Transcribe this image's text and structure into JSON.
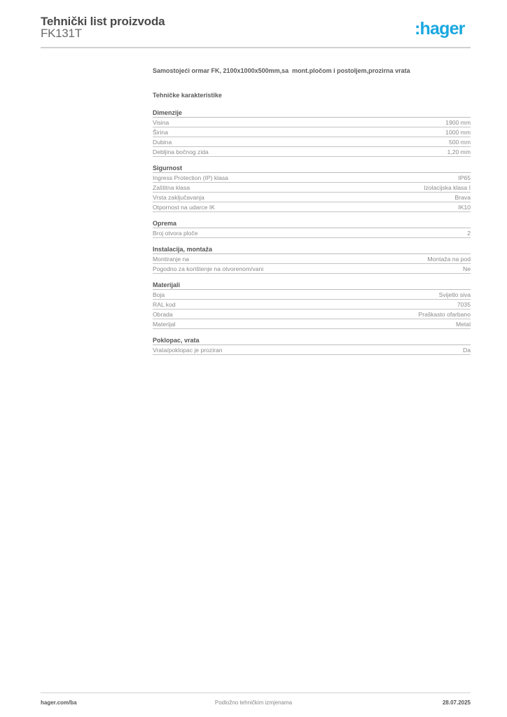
{
  "header": {
    "title": "Tehnički list proizvoda",
    "product_code": "FK131T",
    "logo_text": ":hager",
    "brand_color": "#1aa7e0"
  },
  "product": {
    "description": "Samostojeći ormar FK, 2100x1000x500mm,sa  mont.pločom i postoljem,prozirna vrata",
    "section_title": "Tehničke karakteristike"
  },
  "groups": [
    {
      "title": "Dimenzije",
      "rows": [
        {
          "label": "Visina",
          "value": "1900 mm"
        },
        {
          "label": "Širina",
          "value": "1000 mm"
        },
        {
          "label": "Dubina",
          "value": "500 mm"
        },
        {
          "label": "Debljina bočnog zida",
          "value": "1,20 mm"
        }
      ]
    },
    {
      "title": "Sigurnost",
      "rows": [
        {
          "label": "Ingress Protection (IP) klasa",
          "value": "IP65"
        },
        {
          "label": "Zaštitna klasa",
          "value": "Izolacijska klasa I"
        },
        {
          "label": "Vrsta zaključavanja",
          "value": "Brava"
        },
        {
          "label": "Otpornost na udarce IK",
          "value": "IK10"
        }
      ]
    },
    {
      "title": "Oprema",
      "rows": [
        {
          "label": "Broj otvora ploče",
          "value": "2"
        }
      ]
    },
    {
      "title": "Instalacija, montaža",
      "rows": [
        {
          "label": "Montiranje na",
          "value": "Montaža na pod"
        },
        {
          "label": "Pogodno za korištenje na otvorenom/vani",
          "value": "Ne"
        }
      ]
    },
    {
      "title": "Materijali",
      "rows": [
        {
          "label": "Boja",
          "value": "Svijetlo siva"
        },
        {
          "label": "RAL kod",
          "value": "7035"
        },
        {
          "label": "Obrada",
          "value": "Praškasto ofarbano"
        },
        {
          "label": "Materijal",
          "value": "Metal"
        }
      ]
    },
    {
      "title": "Poklopac, vrata",
      "rows": [
        {
          "label": "Vrata/poklopac je proziran",
          "value": "Da"
        }
      ]
    }
  ],
  "footer": {
    "website": "hager.com/ba",
    "note": "Podložno tehničkim izmjenama",
    "date": "28.07.2025"
  }
}
